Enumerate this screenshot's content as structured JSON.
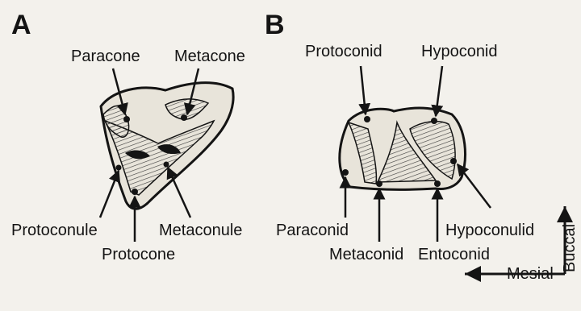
{
  "panels": {
    "a": {
      "letter": "A",
      "labels": {
        "paracone": "Paracone",
        "metacone": "Metacone",
        "protoconule": "Protoconule",
        "metaconule": "Metaconule",
        "protocone": "Protocone"
      }
    },
    "b": {
      "letter": "B",
      "labels": {
        "protoconid": "Protoconid",
        "hypoconid": "Hypoconid",
        "paraconid": "Paraconid",
        "metaconid": "Metaconid",
        "entoconid": "Entoconid",
        "hypoconulid": "Hypoconulid"
      }
    }
  },
  "orientation": {
    "mesial": "Mesial",
    "buccal": "Buccal"
  }
}
